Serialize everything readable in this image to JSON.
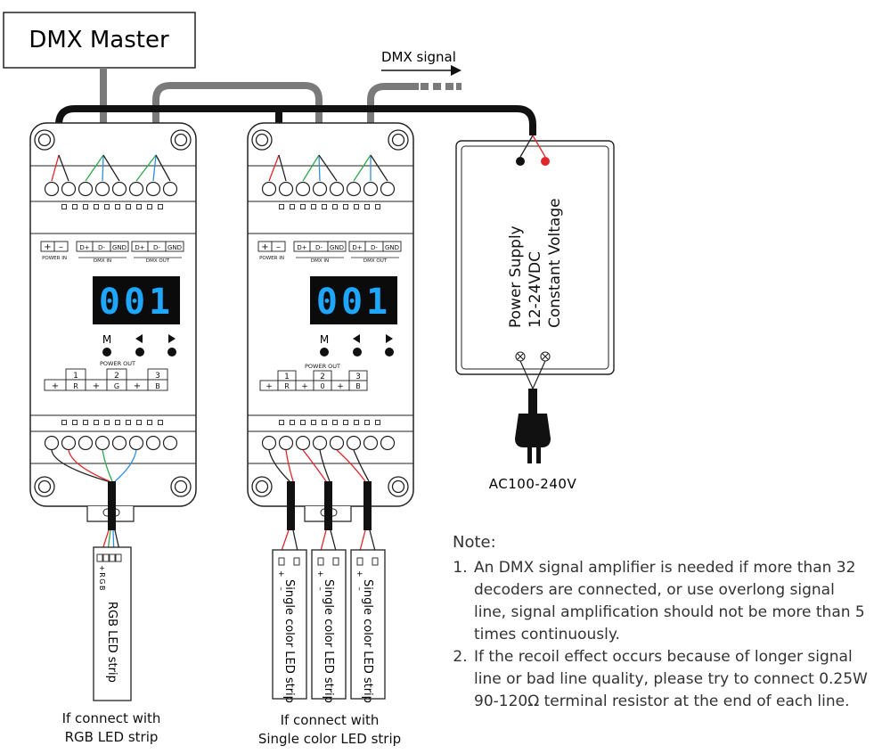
{
  "master": {
    "label": "DMX Master"
  },
  "signal": {
    "label": "DMX signal"
  },
  "decoder": {
    "power_in_label": "POWER IN",
    "dmx_in_label": "DMX IN",
    "dmx_out_label": "DMX OUT",
    "plus": "+",
    "minus": "–",
    "d_plus": "D+",
    "d_minus": "D-",
    "gnd": "GND",
    "display": "001",
    "btn_m": "M",
    "power_out_label": "POWER OUT",
    "ch1": "1",
    "ch2": "2",
    "ch3": "3",
    "left": {
      "out_r": "R",
      "out_g": "G",
      "out_b": "B"
    },
    "right": {
      "out_r": "R",
      "out_g": "0",
      "out_b": "B"
    }
  },
  "power_supply": {
    "line1": "Power Supply",
    "line2": "12-24VDC",
    "line3": "Constant Voltage",
    "ac": "AC100-240V"
  },
  "strips": {
    "rgb_label": "RGB LED strip",
    "rgb_pins": "+RGB",
    "single_label": "Single color LED strip",
    "single_pins": "+ –"
  },
  "captions": {
    "rgb_line1": "If connect with",
    "rgb_line2": "RGB LED strip",
    "single_line1": "If connect with",
    "single_line2": "Single color LED strip"
  },
  "note": {
    "title": "Note:",
    "items": [
      "An DMX signal amplifier is needed if more than 32 decoders are connected, or use overlong signal line, signal amplification should not be more than 5 times continuously.",
      "If the recoil effect occurs because of longer signal line or bad line quality, please try to connect 0.25W 90-120Ω terminal resistor at the end of each line."
    ]
  },
  "colors": {
    "display_bg": "#0b0b0b",
    "display_fg": "#1ea7ff",
    "wire_red": "#e0262c",
    "wire_green": "#2fa84f",
    "wire_blue": "#2f8fe0",
    "cable_grey": "#7a7a7a",
    "cable_black": "#111111"
  },
  "icons": [
    "power-plug-icon",
    "screw-terminal-icon",
    "mounting-hole-icon",
    "arrow-right-icon",
    "triangle-left-icon",
    "triangle-right-icon"
  ]
}
